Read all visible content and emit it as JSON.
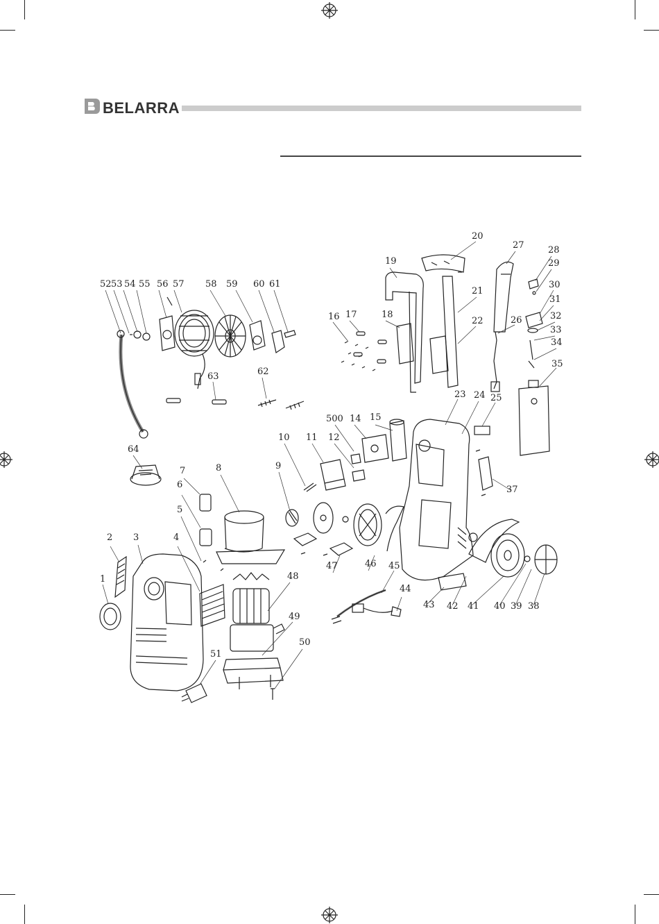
{
  "brand": {
    "name": "BELARRA",
    "logo_letter": "B"
  },
  "diagram": {
    "part_labels": [
      "1",
      "2",
      "3",
      "4",
      "5",
      "6",
      "7",
      "8",
      "9",
      "10",
      "11",
      "12",
      "14",
      "15",
      "16",
      "17",
      "18",
      "19",
      "20",
      "21",
      "22",
      "23",
      "24",
      "25",
      "26",
      "27",
      "28",
      "29",
      "30",
      "31",
      "32",
      "33",
      "34",
      "35",
      "37",
      "38",
      "39",
      "40",
      "41",
      "42",
      "43",
      "44",
      "45",
      "46",
      "47",
      "48",
      "49",
      "50",
      "51",
      "52",
      "53",
      "54",
      "55",
      "56",
      "57",
      "58",
      "59",
      "60",
      "61",
      "62",
      "63",
      "64",
      "500"
    ]
  }
}
